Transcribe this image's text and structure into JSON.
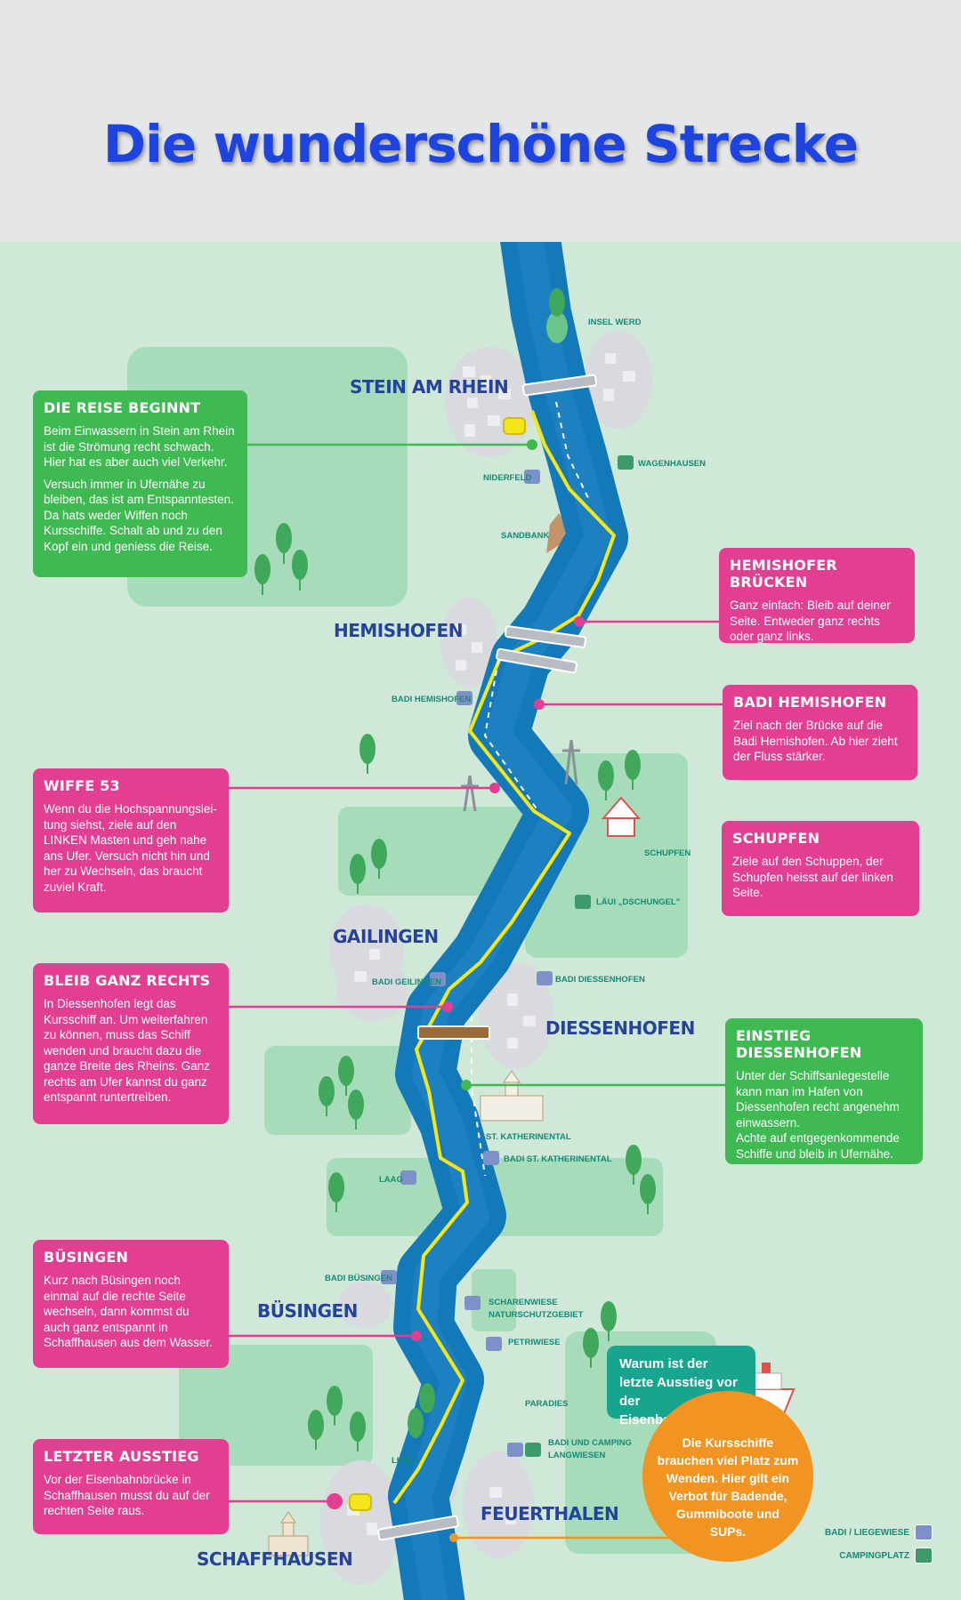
{
  "title": "Die wunderschöne Strecke",
  "colors": {
    "river": "#1479b8",
    "route": "#f5e61a",
    "green_box": "#3fba53",
    "pink_box": "#e33f92",
    "teal_box": "#18a58f",
    "orange_box": "#f19422",
    "town_label": "#25439a",
    "background": "#cfe8d8"
  },
  "towns": {
    "stein_am_rhein": "STEIN AM RHEIN",
    "hemishofen": "HEMISHOFEN",
    "gailingen": "GAILINGEN",
    "diessenhofen": "DIESSENHOFEN",
    "buesingen": "BÜSINGEN",
    "feuerthalen": "FEUERTHALEN",
    "schaffhausen": "SCHAFFHAUSEN"
  },
  "places": {
    "insel_werd": "INSEL WERD",
    "wagenhausen": "WAGENHAUSEN",
    "niederfeld": "NIDERFELD",
    "sandbank": "SANDBANK",
    "badi_hemishofen": "BADI HEMISHOFEN",
    "schupfen": "SCHUPFEN",
    "laeui": "LÄUI „DSCHUNGEL\"",
    "badi_gailingen": "BADI GEILINGEN",
    "badi_diessenhofen": "BADI DIESSENHOFEN",
    "st_katharinental": "ST. KATHERINENTAL",
    "badi_st_katharinental": "BADI ST. KATHERINENTAL",
    "laag": "LAAG",
    "badi_buesingen": "BADI BÜSINGEN",
    "scharenwiese": "SCHARENWIESE",
    "naturschutz": "NATURSCHUTZGEBIET",
    "petriwiese": "PETRIWIESE",
    "paradies": "PARADIES",
    "badi_camping_1": "BADI UND CAMPING",
    "badi_camping_2": "LANGWIESEN",
    "lindli": "LINDLI"
  },
  "boxes": {
    "reise": {
      "title": "DIE REISE BEGINNT",
      "p1": "Beim Einwassern in Stein am Rhein ist die Strömung recht schwach. Hier hat es aber auch viel Verkehr.",
      "p2": "Versuch immer in Ufernähe zu bleiben, das ist am Entspanntesten. Da hats weder Wiffen noch Kursschiffe. Schalt ab und zu den Kopf ein und geniess die Reise."
    },
    "hemishofer": {
      "title": "HEMISHOFER BRÜCKEN",
      "p1": "Ganz einfach: Bleib auf deiner Seite. Entweder ganz rechts oder ganz links."
    },
    "badi_hemishofen": {
      "title": "BADI HEMISHOFEN",
      "p1": "Ziel nach der Brücke auf die Badi Hemishofen. Ab hier zieht der Fluss stärker."
    },
    "wiffe": {
      "title": "WIFFE 53",
      "p1": "Wenn du die Hochspannungslei-tung siehst, ziele auf den LINKEN Masten und geh nahe ans Ufer. Versuch nicht hin und her zu Wechseln, das braucht zuviel Kraft."
    },
    "schupfen": {
      "title": "SCHUPFEN",
      "p1": "Ziele auf den Schuppen, der Schupfen heisst auf der linken Seite."
    },
    "bleib": {
      "title": "BLEIB GANZ RECHTS",
      "p1": "In Diessenhofen legt das Kursschiff an. Um weiterfahren zu können, muss das Schiff wenden und braucht dazu die ganze Breite des Rheins. Ganz rechts am Ufer kannst du ganz entspannt runtertreiben."
    },
    "einstieg": {
      "title": "EINSTIEG DIESSENHOFEN",
      "p1": "Unter der Schiffsanlegestelle kann man im Hafen von Diessenhofen recht angenehm einwassern.",
      "p2": "Achte auf entgegenkommende Schiffe und bleib in Ufernähe."
    },
    "buesingen": {
      "title": "BÜSINGEN",
      "p1": "Kurz nach Büsingen noch einmal auf die rechte Seite wechseln, dann kommst du auch ganz entspannt in Schaffhausen aus dem Wasser."
    },
    "letzter": {
      "title": "LETZTER AUSSTIEG",
      "p1": "Vor der Eisenbahnbrücke in Schaffhausen musst du auf der rechten Seite raus."
    },
    "question": {
      "p1": "Warum ist der letzte Ausstieg vor der Eisenbahnbrücke?"
    },
    "answer": {
      "p1": "Die Kursschiffe brauchen viel Platz zum Wenden. Hier gilt ein Verbot für Badende, Gummiboote und SUPs."
    }
  },
  "legend": {
    "badi": "BADI / LIEGEWIESE",
    "camping": "CAMPINGPLATZ"
  }
}
